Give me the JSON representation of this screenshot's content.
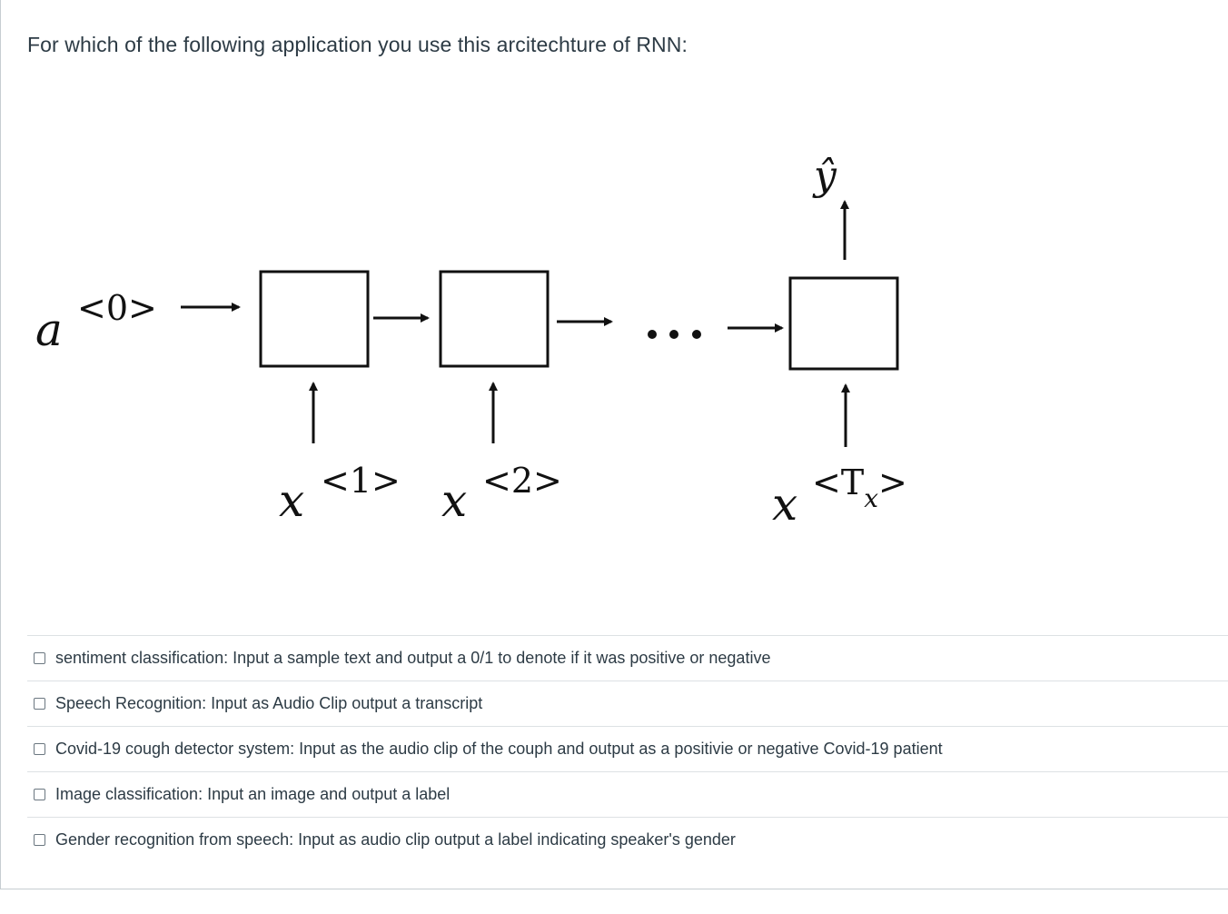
{
  "question": {
    "text": "For which of the following application you use this arcitechture of RNN:"
  },
  "diagram": {
    "initial_activation": "a",
    "initial_activation_sup": "<0>",
    "inputs": [
      {
        "base": "x",
        "sup": "<1>"
      },
      {
        "base": "x",
        "sup": "<2>"
      },
      {
        "base": "x",
        "sup_prefix": "<T",
        "sup_sub": "x",
        "sup_suffix": ">"
      }
    ],
    "output": "ŷ",
    "ellipsis": "•••"
  },
  "answers": [
    {
      "label": "sentiment classification: Input a sample text and output a 0/1 to denote if it was positive or negative",
      "checked": false
    },
    {
      "label": "Speech Recognition: Input as Audio Clip output a transcript",
      "checked": false
    },
    {
      "label": "Covid-19 cough detector system: Input as the audio clip of the couph and output as a positivie or negative Covid-19 patient",
      "checked": false
    },
    {
      "label": "Image classification: Input an image and output a label",
      "checked": false
    },
    {
      "label": "Gender recognition from speech: Input as audio clip output a label indicating speaker's gender",
      "checked": false
    }
  ]
}
